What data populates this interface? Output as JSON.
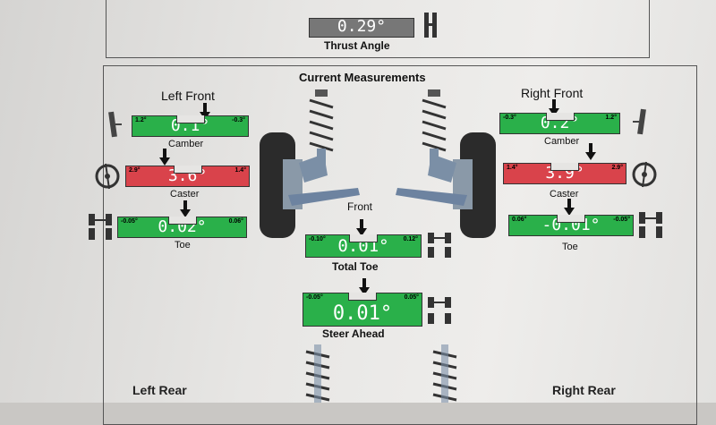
{
  "thrust": {
    "value": "0.29°",
    "label": "Thrust Angle"
  },
  "section_title": "Current Measurements",
  "left_front": {
    "title": "Left Front",
    "camber": {
      "value": "0.1°",
      "min": "1.2°",
      "max": "-0.3°",
      "label": "Camber",
      "status": "green"
    },
    "caster": {
      "value": "3.6°",
      "min": "2.9°",
      "max": "1.4°",
      "label": "Caster",
      "status": "red"
    },
    "toe": {
      "value": "0.02°",
      "min": "-0.05°",
      "max": "0.06°",
      "label": "Toe",
      "status": "green"
    }
  },
  "right_front": {
    "title": "Right Front",
    "camber": {
      "value": "0.2°",
      "min": "-0.3°",
      "max": "1.2°",
      "label": "Camber",
      "status": "green"
    },
    "caster": {
      "value": "3.9°",
      "min": "1.4°",
      "max": "2.9°",
      "label": "Caster",
      "status": "red"
    },
    "toe": {
      "value": "-0.01°",
      "min": "0.06°",
      "max": "-0.05°",
      "label": "Toe",
      "status": "green"
    }
  },
  "front": {
    "title": "Front",
    "total_toe": {
      "value": "0.01°",
      "min": "-0.10°",
      "max": "0.12°",
      "label": "Total Toe",
      "status": "green"
    },
    "steer_ahead": {
      "value": "0.01°",
      "min": "-0.05°",
      "max": "0.05°",
      "label": "Steer Ahead",
      "status": "green"
    }
  },
  "rear": {
    "left_title": "Left Rear",
    "right_title": "Right Rear"
  },
  "colors": {
    "in_spec": "#2ab04a",
    "out_of_spec": "#d9434b",
    "neutral": "#777777"
  }
}
